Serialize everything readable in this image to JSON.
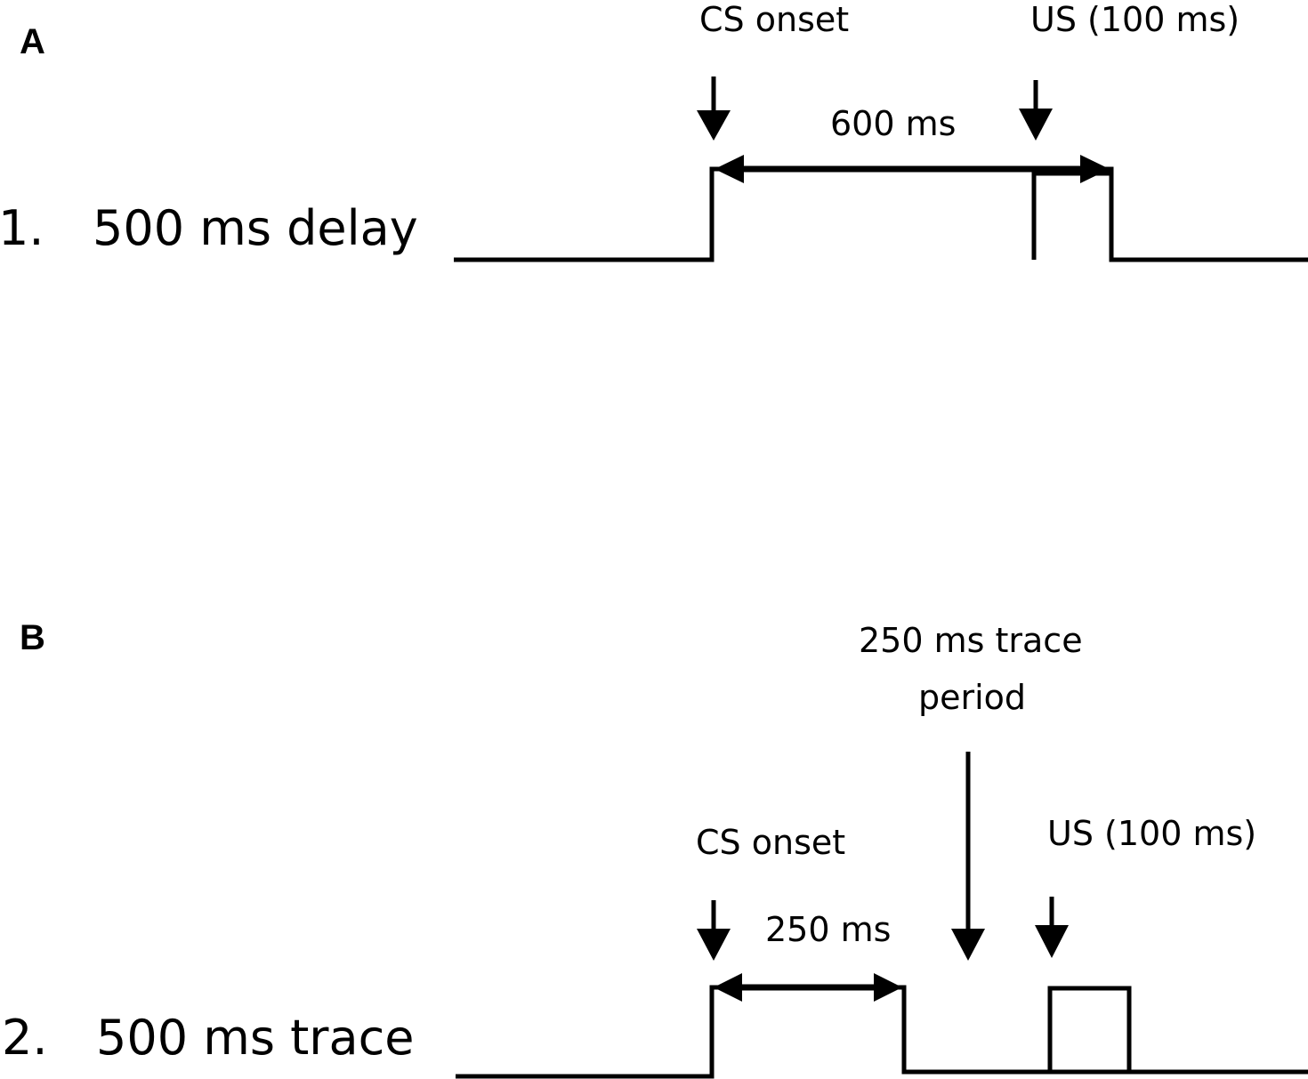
{
  "panels": [
    {
      "letter": "A",
      "condition_number": "1.",
      "condition_label": "500 ms delay",
      "cs_label": "CS onset",
      "us_label": "US (100 ms)",
      "interval_label": "600 ms"
    },
    {
      "letter": "B",
      "condition_number": "2.",
      "condition_label": "500 ms trace",
      "cs_label": "CS onset",
      "us_label": "US (100 ms)",
      "interval_label": "250 ms",
      "trace_label_line1": "250 ms trace",
      "trace_label_line2": "period"
    }
  ]
}
